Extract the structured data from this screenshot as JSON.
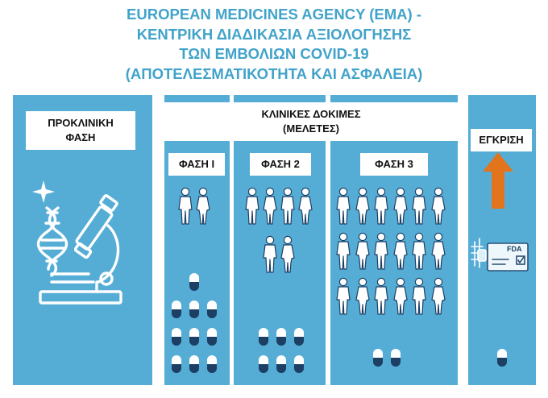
{
  "title": {
    "line1": "EUROPEAN MEDICINES AGENCY (EMA) -",
    "line2": "ΚΕΝΤΡΙΚΗ ΔΙΑΔΙΚΑΣΙΑ ΑΞΙΟΛΟΓΗΣΗΣ",
    "line3": "ΤΩΝ ΕΜΒΟΛΙΩΝ COVID-19",
    "line4": "(ΑΠΟΤΕΛΕΣΜΑΤΙΚΟΤΗΤΑ ΚΑΙ ΑΣΦΑΛΕΙΑ)"
  },
  "preclinical": {
    "line1": "ΠΡΟΚΛΙΝΙΚΗ",
    "line2": "ΦΑΣΗ",
    "icon": "dna-microscope-icon"
  },
  "clinical": {
    "line1": "ΚΛΙΝΙΚΕΣ ΔΟΚΙΜΕΣ",
    "line2": "(ΜΕΛΕΤΕΣ)"
  },
  "phases": [
    {
      "label": "ΦΑΣΗ Ι",
      "people": 2,
      "pills": 10
    },
    {
      "label": "ΦΑΣΗ 2",
      "people": 6,
      "pills": 6
    },
    {
      "label": "ΦΑΣΗ 3",
      "people": 18,
      "pills": 2
    }
  ],
  "approval": {
    "label": "ΕΓΚΡΙΣΗ",
    "fda_text": "FDA",
    "pills": 1,
    "arrow_icon": "up-arrow-icon",
    "doc_icon": "fda-document-icon"
  },
  "colors": {
    "title": "#41a3c9",
    "panel": "#55add6",
    "pill_dark": "#1c3f63",
    "arrow": "#e2741d"
  }
}
